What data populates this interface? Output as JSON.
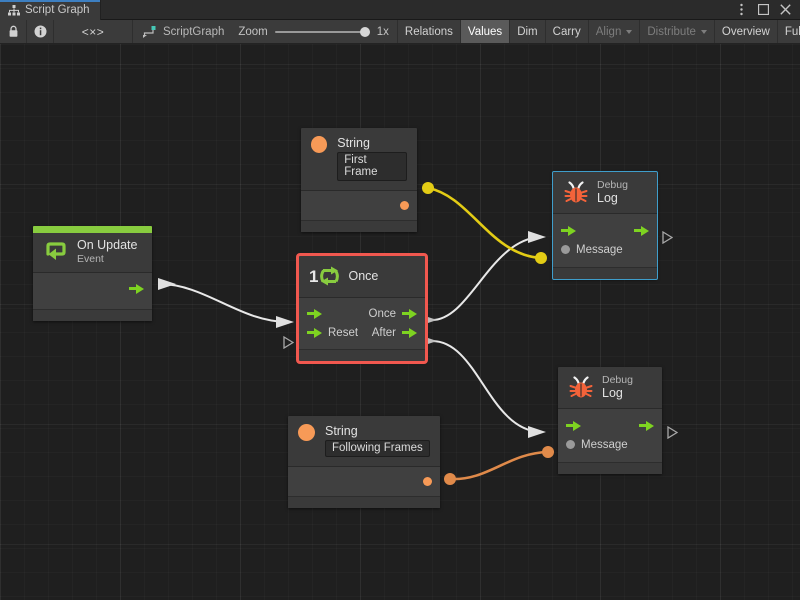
{
  "window": {
    "tab_title": "Script Graph",
    "tab_icon": "graph-hierarchy-icon",
    "controls": [
      {
        "name": "more-options-icon",
        "glyph": "⋮"
      },
      {
        "name": "maximize-icon",
        "glyph": "□"
      },
      {
        "name": "close-icon",
        "glyph": "✕"
      }
    ]
  },
  "toolbar": {
    "lock_icon": "lock-icon",
    "info_icon": "info-icon",
    "code_icon": "code-brackets-icon",
    "breadcrumb": "ScriptGraph",
    "breadcrumb_icon": "script-graph-icon",
    "zoom_label": "Zoom",
    "zoom_value": "1x",
    "buttons": [
      {
        "label": "Relations",
        "state": "normal",
        "caret": false
      },
      {
        "label": "Values",
        "state": "active",
        "caret": false
      },
      {
        "label": "Dim",
        "state": "normal",
        "caret": false
      },
      {
        "label": "Carry",
        "state": "normal",
        "caret": false
      },
      {
        "label": "Align",
        "state": "disabled",
        "caret": true
      },
      {
        "label": "Distribute",
        "state": "disabled",
        "caret": true
      },
      {
        "label": "Overview",
        "state": "normal",
        "caret": false
      },
      {
        "label": "Full Screen",
        "state": "normal",
        "caret": false
      }
    ]
  },
  "graph": {
    "nodes": {
      "on_update": {
        "title": "On Update",
        "subtitle": "Event",
        "icon": "on-update-loop-icon",
        "accent_color": "#88cc3f"
      },
      "string_first": {
        "title": "String",
        "value": "First Frame",
        "icon": "string-type-icon"
      },
      "string_following": {
        "title": "String",
        "value": "Following Frames",
        "icon": "string-type-icon"
      },
      "once": {
        "title": "Once",
        "icon": "once-counter-icon",
        "badge": "1",
        "input_reset": "Reset",
        "output_once": "Once",
        "output_after": "After",
        "selection_color": "#f1584f"
      },
      "debug_log_1": {
        "title_small": "Debug",
        "title_main": "Log",
        "icon": "bug-icon",
        "message_port": "Message",
        "selection_color": "#3f9ecb"
      },
      "debug_log_2": {
        "title_small": "Debug",
        "title_main": "Log",
        "icon": "bug-icon",
        "message_port": "Message"
      }
    },
    "edges": [
      {
        "name": "edge-on-update-to-once",
        "type": "flow",
        "color": "#e8e8e8"
      },
      {
        "name": "edge-once-to-debug-log-1",
        "type": "flow",
        "color": "#e8e8e8"
      },
      {
        "name": "edge-after-to-debug-log-2",
        "type": "flow",
        "color": "#e8e8e8"
      },
      {
        "name": "edge-string-first-to-message-1",
        "type": "value",
        "color": "#e3cc15"
      },
      {
        "name": "edge-string-following-to-message-2",
        "type": "value",
        "color": "#e08a4a"
      }
    ]
  }
}
